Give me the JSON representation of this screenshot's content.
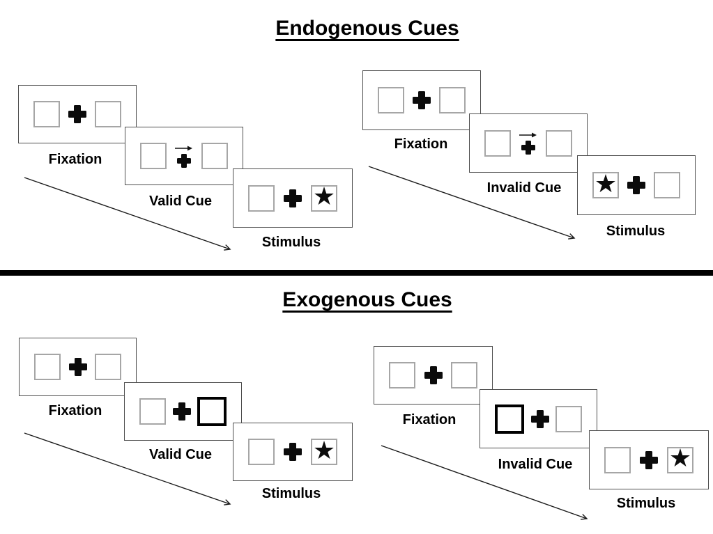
{
  "sections": [
    {
      "title": "Endogenous Cues"
    },
    {
      "title": "Exogenous Cues"
    }
  ],
  "sequences": [
    {
      "name": "endogenous-valid",
      "labels": [
        "Fixation",
        "Valid Cue",
        "Stimulus"
      ]
    },
    {
      "name": "endogenous-invalid",
      "labels": [
        "Fixation",
        "Invalid Cue",
        "Stimulus"
      ]
    },
    {
      "name": "exogenous-valid",
      "labels": [
        "Fixation",
        "Valid Cue",
        "Stimulus"
      ]
    },
    {
      "name": "exogenous-invalid",
      "labels": [
        "Fixation",
        "Invalid Cue",
        "Stimulus"
      ]
    }
  ],
  "icons": {
    "star": "★",
    "fixation_cross": "bold-plus-shape",
    "cue_arrow": "right-arrow",
    "sequence_arrow": "diagonal-down-right-arrow"
  },
  "colors": {
    "background": "#ffffff",
    "ink": "#000000",
    "panel_border": "#4d4d4d",
    "box_border": "#a6a6a6"
  }
}
